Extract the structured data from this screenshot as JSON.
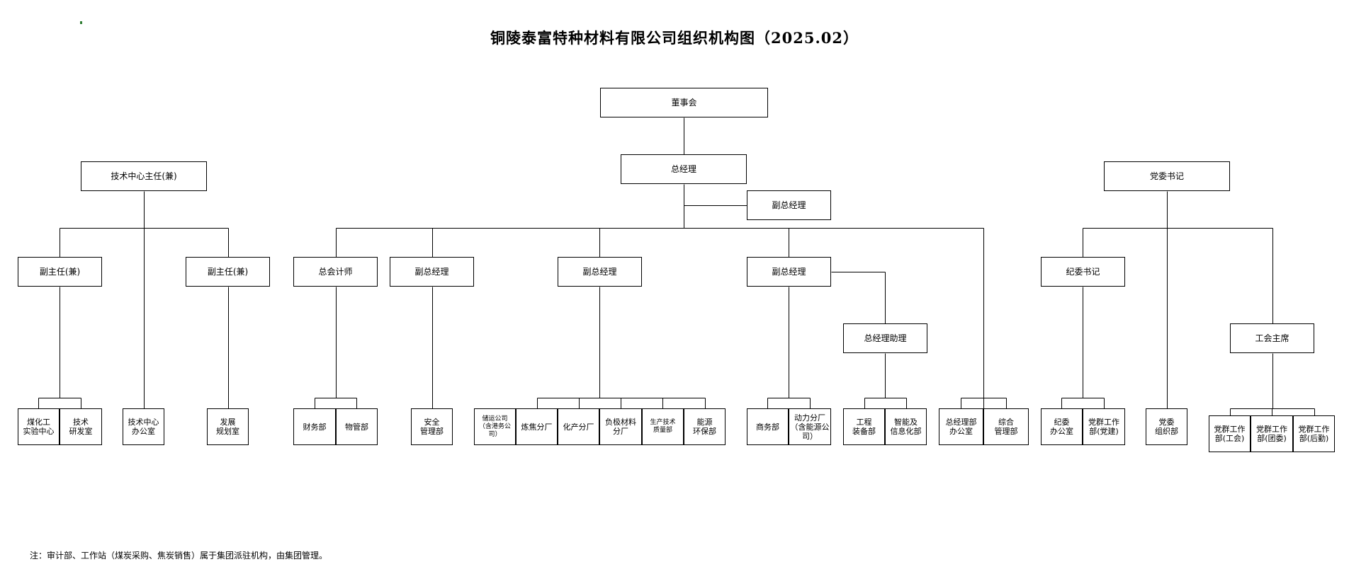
{
  "title": "铜陵泰富特种材料有限公司组织机构图（2025.02）",
  "note": "注：审计部、工作站（煤炭采购、焦炭销售）属于集团派驻机构，由集团管理。",
  "colors": {
    "line": "#000000",
    "box_border": "#000000",
    "background": "#ffffff",
    "corner_mark": "#2e7d32"
  },
  "nodes": {
    "board": "董事会",
    "gm": "总经理",
    "vgm_top": "副总经理",
    "tech_director": "技术中心主任(兼)",
    "deputy_dir_1": "副主任(兼)",
    "deputy_dir_2": "副主任(兼)",
    "party_secretary": "党委书记",
    "chief_accountant": "总会计师",
    "vgm_safety": "副总经理",
    "vgm_production": "副总经理",
    "vgm_business": "副总经理",
    "gm_assistant": "总经理助理",
    "discipline_secretary": "纪委书记",
    "union_chair": "工会主席",
    "coal_lab": "煤化工\n实验中心",
    "tech_rd": "技术\n研发室",
    "tech_office": "技术中心\n办公室",
    "dev_planning": "发展\n规划室",
    "finance": "财务部",
    "materials": "物管部",
    "safety_mgmt": "安全\n管理部",
    "storage_transport": "储运公司\n（含港务公\n司）",
    "coking_plant": "炼焦分厂",
    "chemical_plant": "化产分厂",
    "anode_plant": "负极材料\n分厂",
    "production_quality": "生产技术\n质量部",
    "energy_env": "能源\n环保部",
    "commerce": "商务部",
    "power_plant": "动力分厂\n（含能源公\n司）",
    "engineering": "工程\n装备部",
    "smart_info": "智能及\n信息化部",
    "gm_office": "总经理部\n办公室",
    "general_mgmt": "综合\n管理部",
    "discipline_office": "纪委\n办公室",
    "party_work_party": "党群工作\n部(党建)",
    "party_org": "党委\n组织部",
    "party_work_union": "党群工作\n部(工会)",
    "party_work_youth": "党群工作\n部(团委)",
    "party_work_logistics": "党群工作\n部(后勤)"
  }
}
